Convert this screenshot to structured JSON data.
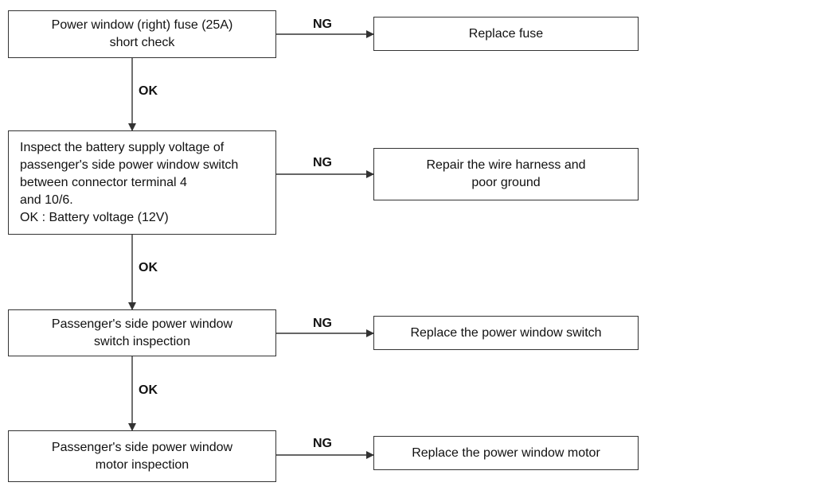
{
  "colors": {
    "line": "#333333",
    "box_fill": "#ffffff",
    "text": "#111111"
  },
  "steps": [
    {
      "lines": [
        "Power window (right) fuse (25A)",
        "short check"
      ]
    },
    {
      "lines": [
        "Inspect the battery supply voltage of",
        "passenger's side power window switch",
        "between connector terminal 4",
        "and 10/6.",
        "OK : Battery voltage (12V)"
      ]
    },
    {
      "lines": [
        "Passenger's side power window",
        "switch inspection"
      ]
    },
    {
      "lines": [
        "Passenger's side power window",
        "motor inspection"
      ]
    }
  ],
  "actions": [
    {
      "lines": [
        "Replace fuse"
      ]
    },
    {
      "lines": [
        "Repair the wire harness and",
        "poor ground"
      ]
    },
    {
      "lines": [
        "Replace the power window switch"
      ]
    },
    {
      "lines": [
        "Replace the power window motor"
      ]
    }
  ],
  "ng_labels": [
    "NG",
    "NG",
    "NG",
    "NG"
  ],
  "ok_labels": [
    "OK",
    "OK",
    "OK"
  ]
}
